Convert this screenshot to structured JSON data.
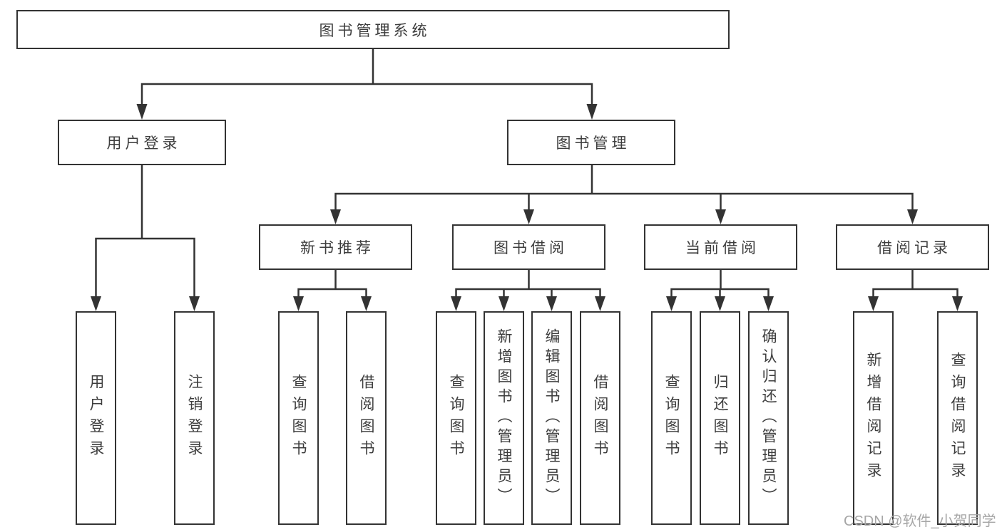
{
  "diagram": {
    "root": "图书管理系统",
    "level1": {
      "user_login": "用户登录",
      "book_management": "图书管理"
    },
    "level2": {
      "new_book_recommend": "新书推荐",
      "book_borrow": "图书借阅",
      "current_borrow": "当前借阅",
      "borrow_record": "借阅记录"
    },
    "leaves": [
      "用户登录",
      "注销登录",
      "查询图书",
      "借阅图书",
      "查询图书",
      "新增图书（管理员）",
      "编辑图书（管理员）",
      "借阅图书",
      "查询图书",
      "归还图书",
      "确认归还（管理员）",
      "新增借阅记录",
      "查询借阅记录"
    ]
  },
  "watermark": "CSDN @软件_小贺同学",
  "colors": {
    "line": "#333333",
    "box_border": "#333333",
    "text": "#3d3d3d",
    "watermark": "#a6a6a6",
    "background": "#ffffff"
  }
}
